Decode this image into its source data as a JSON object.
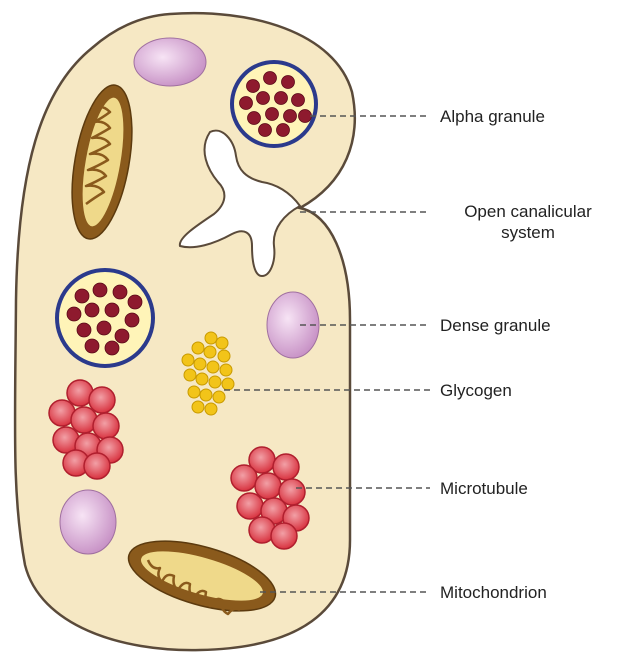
{
  "labels": {
    "alpha_granule": "Alpha granule",
    "ocs_line1": "Open canalicular",
    "ocs_line2": "system",
    "dense_granule": "Dense granule",
    "glycogen": "Glycogen",
    "microtubule": "Microtubule",
    "mitochondrion": "Mitochondrion"
  },
  "colors": {
    "cytoplasm": "#f6e8c4",
    "outline": "#5a4a3a",
    "alpha_border": "#2b3a8c",
    "alpha_fill": "#fff4b8",
    "alpha_dot": "#8e1a2e",
    "dense_fill": "#d7a8d6",
    "glycogen": "#f2c419",
    "microtubule": "#e03c4c",
    "mito_outer": "#8a5a1c",
    "mito_inner": "#efd98a",
    "leader": "#555555"
  }
}
